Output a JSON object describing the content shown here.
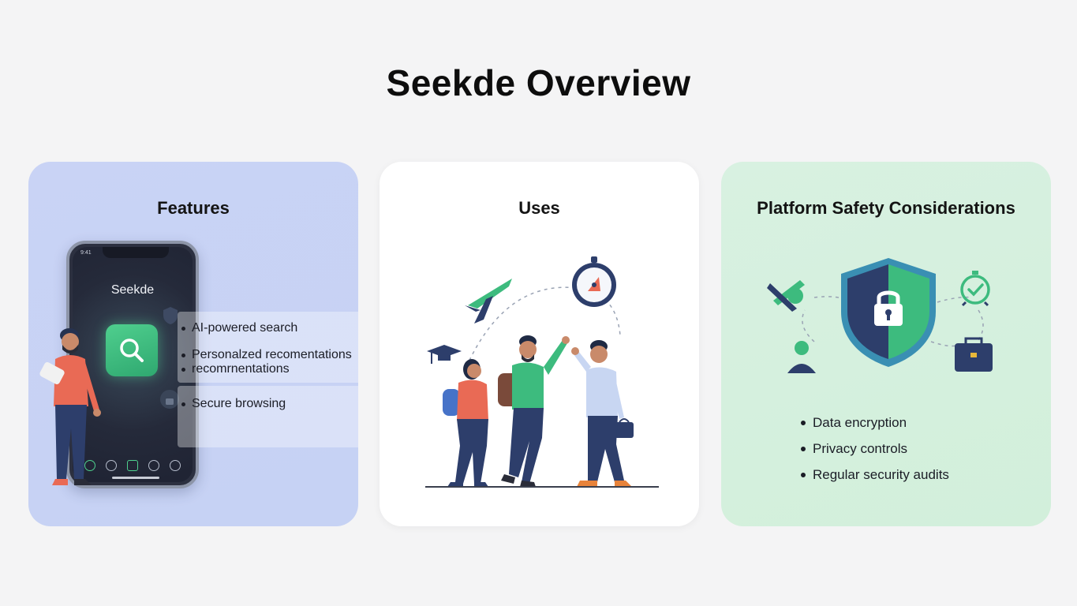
{
  "page": {
    "title": "Seekde Overview"
  },
  "features": {
    "title": "Features",
    "phone": {
      "app_name": "Seekde",
      "status": "9:41"
    },
    "items": [
      "AI-powered search",
      "Personalzed recomentations recomrnentations",
      "Secure browsing"
    ],
    "item_line1": "Personalzed recomentations",
    "item_line2": "recomrnentations"
  },
  "uses": {
    "title": "Uses"
  },
  "safety": {
    "title": "Platform Safety Considerations",
    "items": [
      "Data encryption",
      "Privacy controls",
      "Regular security audits"
    ]
  },
  "colors": {
    "background": "#f4f4f5",
    "features_card": "#c6d2f4",
    "uses_card": "#ffffff",
    "safety_card": "#d2efdb",
    "accent_green": "#3dbb7e",
    "navy": "#2d3e6b",
    "coral": "#e96a55"
  },
  "icons": [
    "search-icon",
    "phone-icon",
    "airplane-icon",
    "compass-icon",
    "graduation-cap-icon",
    "shield-lock-icon",
    "stopwatch-icon",
    "briefcase-icon",
    "user-icon",
    "tools-icon"
  ]
}
